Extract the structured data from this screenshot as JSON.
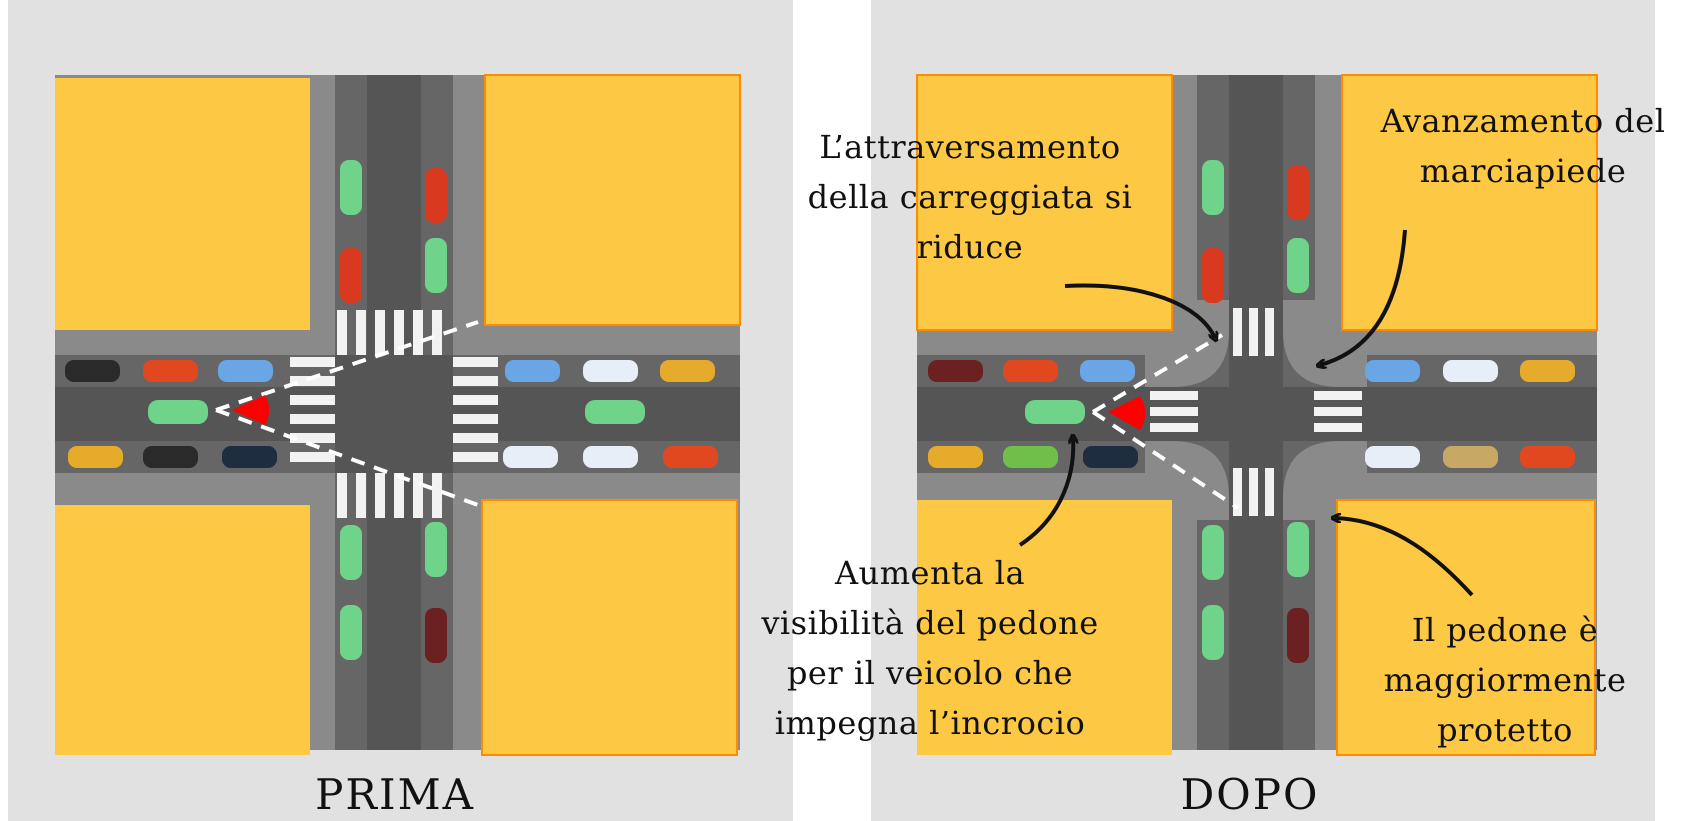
{
  "panels": {
    "before": {
      "caption": "PRIMA"
    },
    "after": {
      "caption": "DOPO"
    }
  },
  "annotations": {
    "crossing": [
      "L’attraversamento",
      "della carreggiata si",
      "riduce"
    ],
    "sidewalk": [
      "Avanzamento del",
      "marciapiede"
    ],
    "visibility": [
      "Aumenta la",
      "visibilità del pedone",
      "per il veicolo che",
      "impegna l’incrocio"
    ],
    "protected": [
      "Il pedone è",
      "maggiormente",
      "protetto"
    ]
  },
  "colors": {
    "block": "#fdc844",
    "block_edge": "#ff8c00",
    "asphalt": "#555555",
    "parking": "#666666",
    "sidewalk": "#8a8a8a",
    "crosswalk": "#f2f2f2",
    "pedestrian_marker": "#ff0000",
    "sight_line": "#ffffff"
  }
}
